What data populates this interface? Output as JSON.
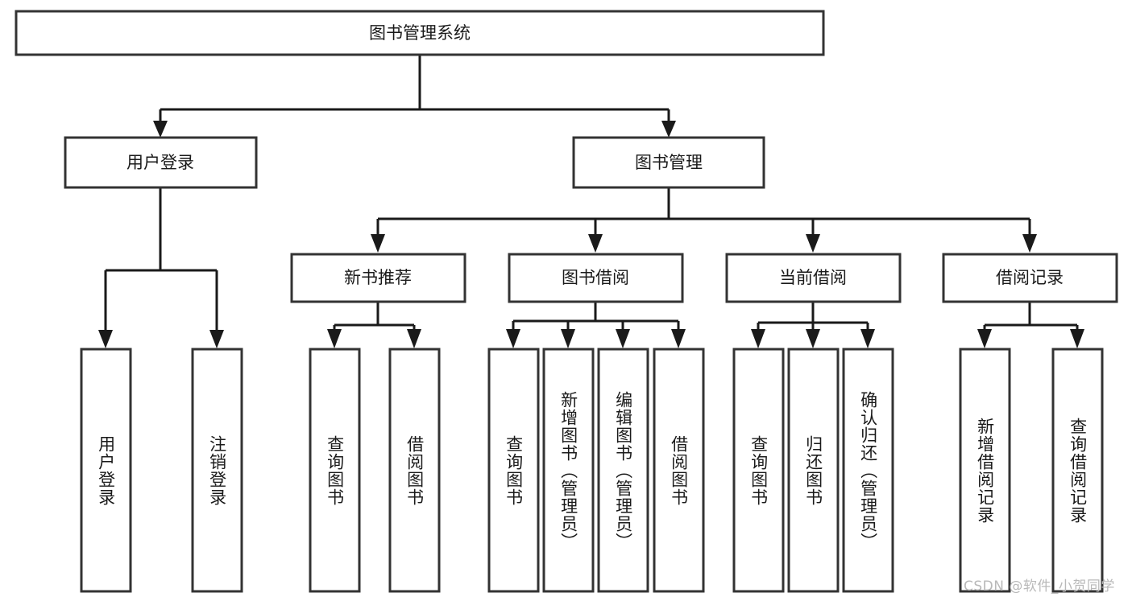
{
  "diagram": {
    "type": "tree",
    "title": "图书管理系统",
    "watermark": "CSDN @软件_小贺同学",
    "colors": {
      "box_stroke": "#333333",
      "box_fill": "#ffffff",
      "connector": "#1a1a1a",
      "text": "#1a1a1a",
      "watermark": "#b9b9b9",
      "background": "#ffffff"
    },
    "root": {
      "id": "root",
      "label": "图书管理系统"
    },
    "level2": [
      {
        "id": "user-login",
        "label": "用户登录"
      },
      {
        "id": "book-manage",
        "label": "图书管理"
      }
    ],
    "level3": [
      {
        "id": "new-book-recommend",
        "label": "新书推荐",
        "parent": "book-manage"
      },
      {
        "id": "book-borrow",
        "label": "图书借阅",
        "parent": "book-manage"
      },
      {
        "id": "current-borrow",
        "label": "当前借阅",
        "parent": "book-manage"
      },
      {
        "id": "borrow-record",
        "label": "借阅记录",
        "parent": "book-manage"
      }
    ],
    "leaves": [
      {
        "id": "leaf-user-login",
        "label": "用户登录",
        "parent": "user-login"
      },
      {
        "id": "leaf-user-logout",
        "label": "注销登录",
        "parent": "user-login"
      },
      {
        "id": "leaf-query-book-1",
        "label": "查询图书",
        "parent": "new-book-recommend"
      },
      {
        "id": "leaf-borrow-book-1",
        "label": "借阅图书",
        "parent": "new-book-recommend"
      },
      {
        "id": "leaf-query-book-2",
        "label": "查询图书",
        "parent": "book-borrow"
      },
      {
        "id": "leaf-add-book",
        "label": "新增图书（管理员）",
        "parent": "book-borrow"
      },
      {
        "id": "leaf-edit-book",
        "label": "编辑图书（管理员）",
        "parent": "book-borrow"
      },
      {
        "id": "leaf-borrow-book-2",
        "label": "借阅图书",
        "parent": "book-borrow"
      },
      {
        "id": "leaf-query-book-3",
        "label": "查询图书",
        "parent": "current-borrow"
      },
      {
        "id": "leaf-return-book",
        "label": "归还图书",
        "parent": "current-borrow"
      },
      {
        "id": "leaf-confirm-return",
        "label": "确认归还（管理员）",
        "parent": "current-borrow"
      },
      {
        "id": "leaf-add-record",
        "label": "新增借阅记录",
        "parent": "borrow-record"
      },
      {
        "id": "leaf-query-record",
        "label": "查询借阅记录",
        "parent": "borrow-record"
      }
    ]
  }
}
